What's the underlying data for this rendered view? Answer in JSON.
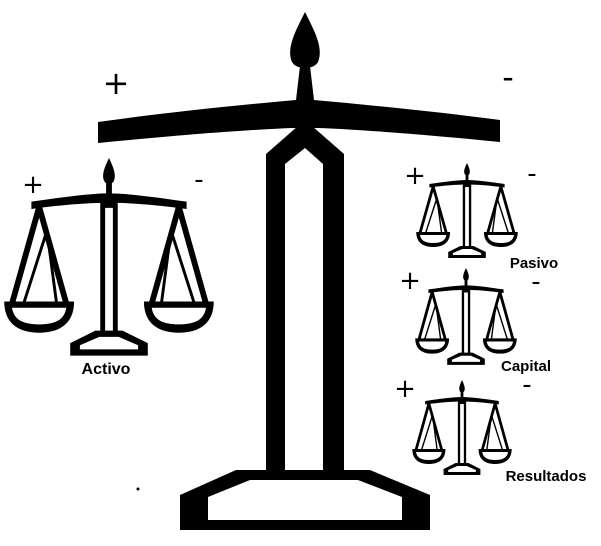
{
  "main_scale": {
    "plus": "+",
    "minus": "-"
  },
  "scales": [
    {
      "id": "activo",
      "label": "Activo",
      "plus": "+",
      "minus": "-"
    },
    {
      "id": "pasivo",
      "label": "Pasivo",
      "plus": "+",
      "minus": "-"
    },
    {
      "id": "capital",
      "label": "Capital",
      "plus": "+",
      "minus": "-"
    },
    {
      "id": "resultados",
      "label": "Resultados",
      "plus": "+",
      "minus": "-"
    }
  ]
}
